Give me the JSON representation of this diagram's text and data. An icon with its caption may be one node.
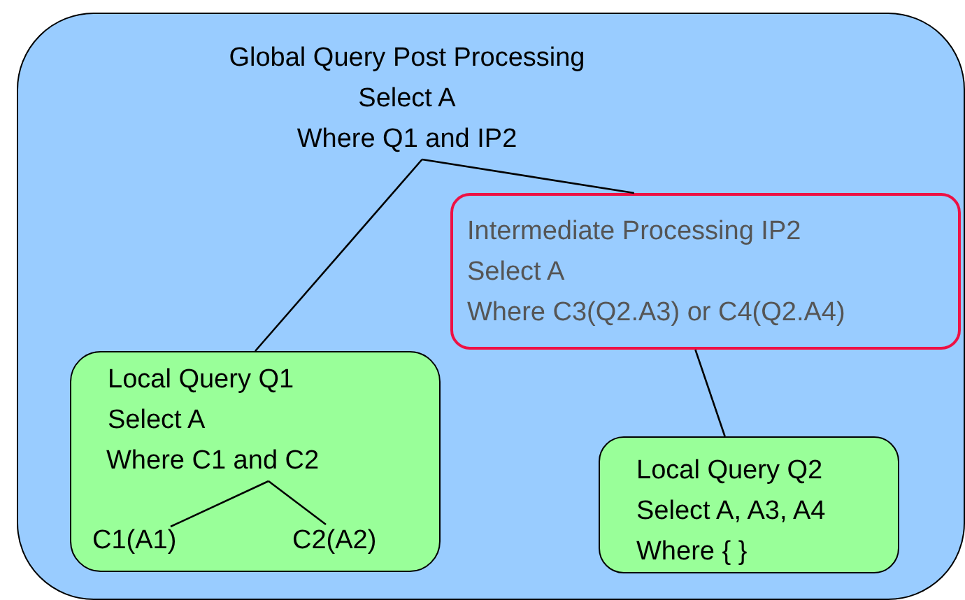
{
  "diagram": {
    "nodes": [
      {
        "text": [],
        "shape": "box"
      },
      {
        "text": [
          "Global Query Post Processing",
          "Select A",
          "Where Q1 and IP2"
        ],
        "in": 0
      },
      {
        "text": [
          "Intermediate Processing IP2",
          "Select A",
          "Where C3(Q2.A3) or C4(Q2.A4)"
        ],
        "in": 0
      },
      {
        "text": [
          "Local Query Q1",
          "Select A"
        ],
        "in": 0
      },
      {
        "text": [
          "Where C1 and C2"
        ],
        "in": 3
      },
      {
        "text": [
          "C1(A1)"
        ],
        "in": 3
      },
      {
        "text": [
          "C2(A2)"
        ],
        "in": 3
      },
      {
        "text": [
          "Local Query Q2",
          "Select A, A3, A4",
          "Where { }"
        ],
        "in": 0
      }
    ],
    "edges": [
      {
        "from": 1,
        "to": 3,
        "arrow": "none"
      },
      {
        "from": 1,
        "to": 2,
        "arrow": "none"
      },
      {
        "from": 2,
        "to": 7,
        "arrow": "none"
      },
      {
        "from": 4,
        "to": 5,
        "arrow": "none"
      },
      {
        "from": 4,
        "to": 6,
        "arrow": "none"
      }
    ]
  }
}
